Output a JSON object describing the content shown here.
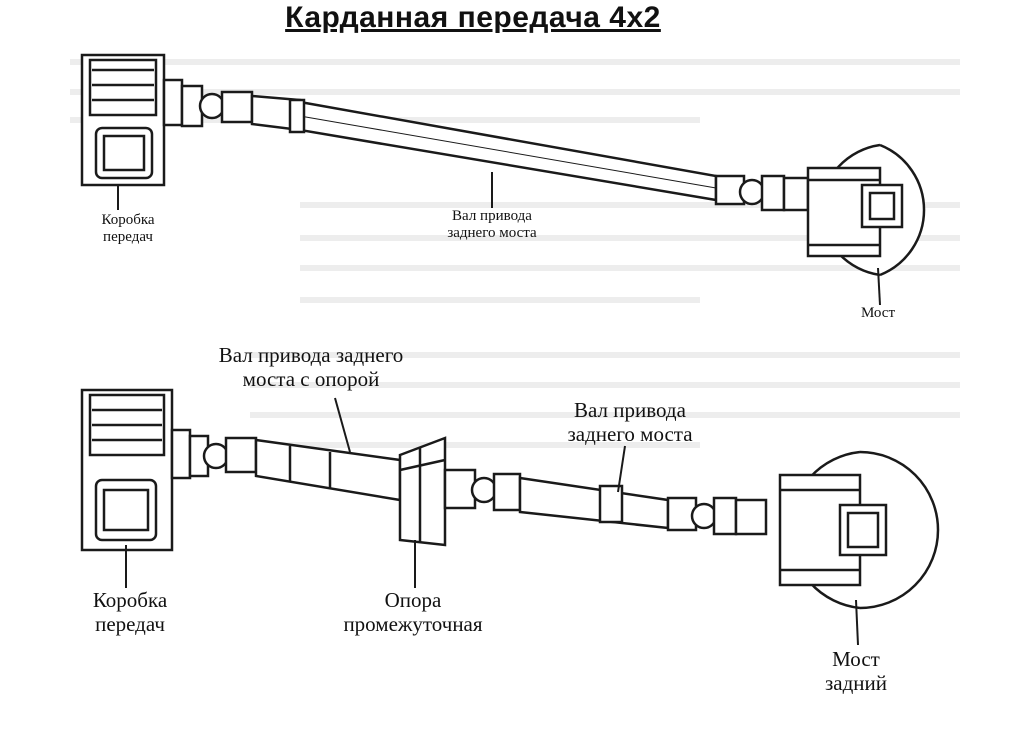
{
  "title": "Карданная передача 4х2",
  "diagram_top": {
    "gearbox": [
      "Коробка",
      "передач"
    ],
    "shaft": [
      "Вал привода",
      "заднего моста"
    ],
    "axle": [
      "Мост"
    ]
  },
  "diagram_bottom": {
    "shaft_with_support": [
      "Вал привода заднего",
      "моста с опорой"
    ],
    "shaft": [
      "Вал привода",
      "заднего моста"
    ],
    "gearbox": [
      "Коробка",
      "передач"
    ],
    "support": [
      "Опора",
      "промежуточная"
    ],
    "axle": [
      "Мост",
      "задний"
    ]
  },
  "colors": {
    "line": "#1a1a1a",
    "background": "#ffffff",
    "faint_text": "#e6e6e6"
  }
}
